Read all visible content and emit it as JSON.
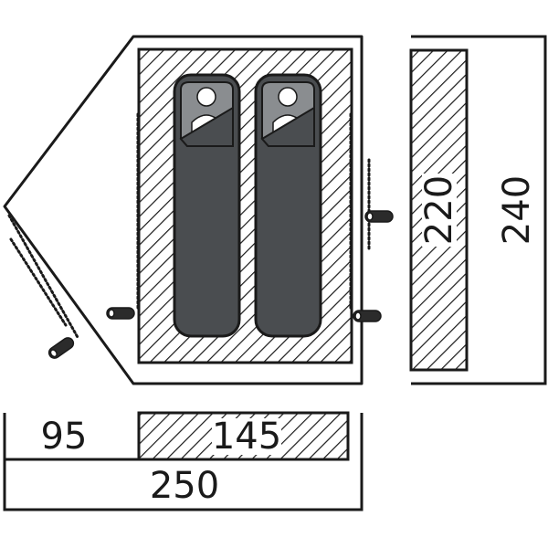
{
  "dimensions": {
    "inner_length": "220",
    "total_length": "240",
    "vestibule_width": "95",
    "inner_width": "145",
    "total_width": "250"
  },
  "icons": [
    "tent-floorplan-icon",
    "sleeping-bag-icon",
    "tent-peg-icon"
  ],
  "colors": {
    "line": "#1a1a1a",
    "sleeping_bag": "#4a4d50",
    "sleeping_bag_head": "#8a8d90",
    "hatch": "#1a1a1a"
  }
}
